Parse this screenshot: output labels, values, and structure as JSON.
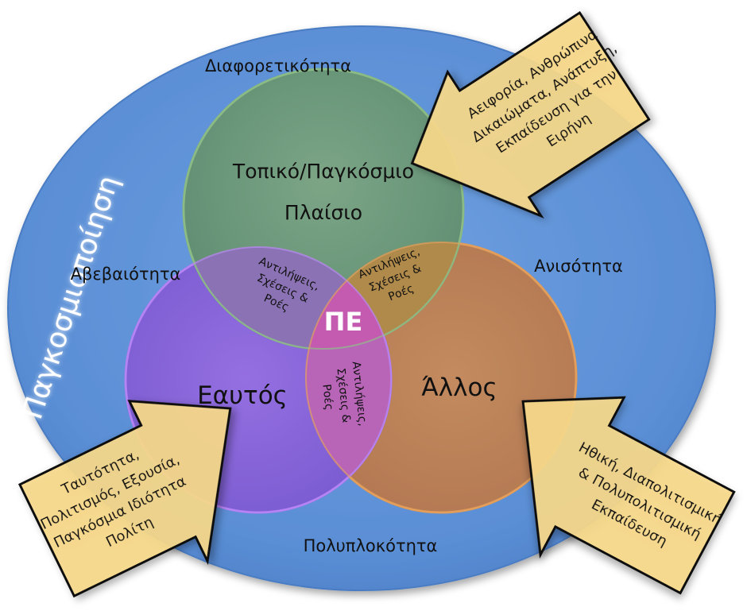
{
  "outer": {
    "title": "Παγκοσμιοποίηση",
    "top_label": "Διαφορετικότητα",
    "left_label": "Αβεβαιότητα",
    "right_label": "Ανισότητα",
    "bottom_label": "Πολυπλοκότητα"
  },
  "circles": {
    "top_line1": "Τοπικό/Παγκόσμιο",
    "top_line2": "Πλαίσιο",
    "self": "Εαυτός",
    "other": "Άλλος",
    "center": "ΠΕ"
  },
  "intersections": {
    "left": [
      "Αντιλήψεις,",
      "Σχέσεις &",
      "Ροές"
    ],
    "right": [
      "Αντιλήψεις,",
      "Σχέσεις &",
      "Ροές"
    ],
    "bottom": [
      "Αντιλήψεις,",
      "Σχέσεις &",
      "Ροές"
    ]
  },
  "arrows": {
    "top_right": [
      "Αειφορία, Ανθρώπινα",
      "Δικαιώματα, Ανάπτυξη,",
      "Εκπαίδευση για την",
      "Ειρήνη"
    ],
    "bottom_left": [
      "Ταυτότητα,",
      "Πολιτισμός, Εξουσία,",
      "Παγκόσμια Ιδιότητα",
      "Πολίτη"
    ],
    "bottom_right": [
      "Ηθική, Διαπολιτισμική",
      "& Πολυπολιτισμική",
      "Εκπαίδευση"
    ]
  },
  "colors": {
    "outer_blue": "#5b8fd6",
    "green": "#6f9a6c",
    "purple": "#8d5fd8",
    "orange": "#c98a52",
    "center_pink": "#c45bb0",
    "arrow_fill": "#f7d98a"
  }
}
